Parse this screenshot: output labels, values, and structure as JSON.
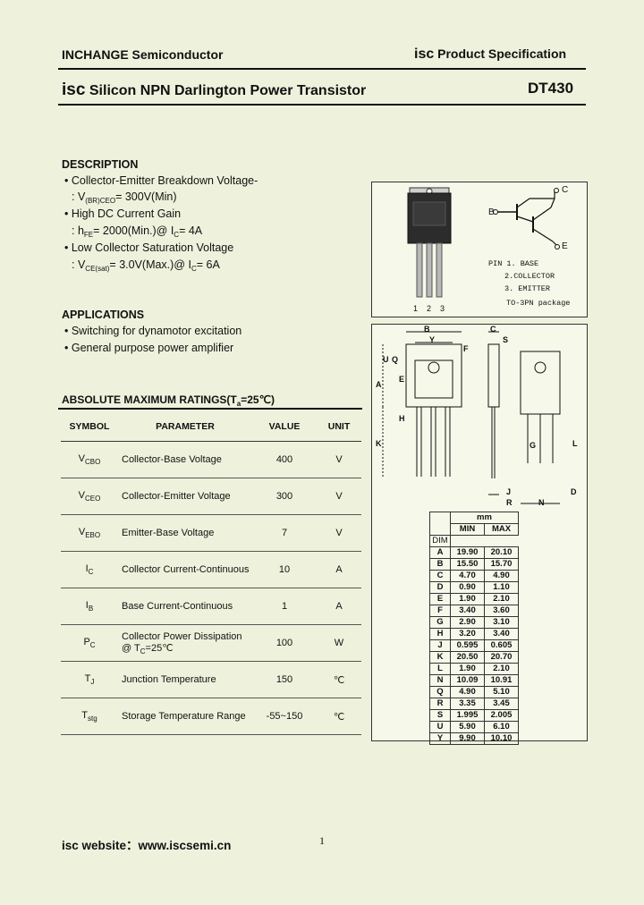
{
  "header": {
    "company": "INCHANGE Semiconductor",
    "spec_prefix": "isc",
    "spec_label": "Product Specification",
    "title_prefix": "isc",
    "title": "Silicon NPN Darlington Power Transistor",
    "part": "DT430"
  },
  "description": {
    "heading": "DESCRIPTION",
    "lines": [
      "• Collector-Emitter Breakdown Voltage-",
      "• High DC Current Gain",
      "• Low Collector Saturation Voltage"
    ],
    "v1_value": "= 300V(Min)",
    "v2_a": "= 2000(Min.)@ I",
    "v2_b": "= 4A",
    "v3_a": "= 3.0V(Max.)@ I",
    "v3_b": "= 6A"
  },
  "applications": {
    "heading": "APPLICATIONS",
    "lines": [
      "• Switching for dynamotor excitation",
      "• General purpose power amplifier"
    ]
  },
  "ratings": {
    "heading": "ABSOLUTE MAXIMUM RATINGS(T",
    "heading_tail": "=25",
    "headers": [
      "SYMBOL",
      "PARAMETER",
      "VALUE",
      "UNIT"
    ],
    "rows": [
      {
        "sym": "V",
        "sub": "CBO",
        "param": "Collector-Base Voltage",
        "value": "400",
        "unit": "V"
      },
      {
        "sym": "V",
        "sub": "CEO",
        "param": "Collector-Emitter Voltage",
        "value": "300",
        "unit": "V"
      },
      {
        "sym": "V",
        "sub": "EBO",
        "param": "Emitter-Base Voltage",
        "value": "7",
        "unit": "V"
      },
      {
        "sym": "I",
        "sub": "C",
        "param": "Collector Current-Continuous",
        "value": "10",
        "unit": "A"
      },
      {
        "sym": "I",
        "sub": "B",
        "param": "Base Current-Continuous",
        "value": "1",
        "unit": "A"
      },
      {
        "sym": "P",
        "sub": "C",
        "param": "Collector Power Dissipation",
        "param2": "@ T",
        "param3": "=25",
        "value": "100",
        "unit": "W"
      },
      {
        "sym": "T",
        "sub": "J",
        "param": "Junction Temperature",
        "value": "150",
        "unit": "℃"
      },
      {
        "sym": "T",
        "sub": "stg",
        "param": "Storage Temperature Range",
        "value": "-55~150",
        "unit": "℃"
      }
    ]
  },
  "package": {
    "pins": [
      "1",
      "2",
      "3"
    ],
    "pin_lines": [
      "PIN 1. BASE",
      "2.COLLECTOR",
      "3. EMITTER",
      "TO-3PN package"
    ],
    "terminals": {
      "c": "C",
      "b": "B",
      "e": "E"
    }
  },
  "dims": {
    "header": "mm",
    "cols": [
      "DIM",
      "MIN",
      "MAX"
    ],
    "rows": [
      [
        "A",
        "19.90",
        "20.10"
      ],
      [
        "B",
        "15.50",
        "15.70"
      ],
      [
        "C",
        "4.70",
        "4.90"
      ],
      [
        "D",
        "0.90",
        "1.10"
      ],
      [
        "E",
        "1.90",
        "2.10"
      ],
      [
        "F",
        "3.40",
        "3.60"
      ],
      [
        "G",
        "2.90",
        "3.10"
      ],
      [
        "H",
        "3.20",
        "3.40"
      ],
      [
        "J",
        "0.595",
        "0.605"
      ],
      [
        "K",
        "20.50",
        "20.70"
      ],
      [
        "L",
        "1.90",
        "2.10"
      ],
      [
        "N",
        "10.09",
        "10.91"
      ],
      [
        "Q",
        "4.90",
        "5.10"
      ],
      [
        "R",
        "3.35",
        "3.45"
      ],
      [
        "S",
        "1.995",
        "2.005"
      ],
      [
        "U",
        "5.90",
        "6.10"
      ],
      [
        "Y",
        "9.90",
        "10.10"
      ]
    ],
    "labels": [
      "B",
      "C",
      "Y",
      "S",
      "U",
      "Q",
      "F",
      "E",
      "A",
      "H",
      "K",
      "G",
      "L",
      "J",
      "D",
      "R",
      "N"
    ]
  },
  "footer": {
    "website": "isc website：www.iscsemi.cn",
    "page": "1"
  }
}
